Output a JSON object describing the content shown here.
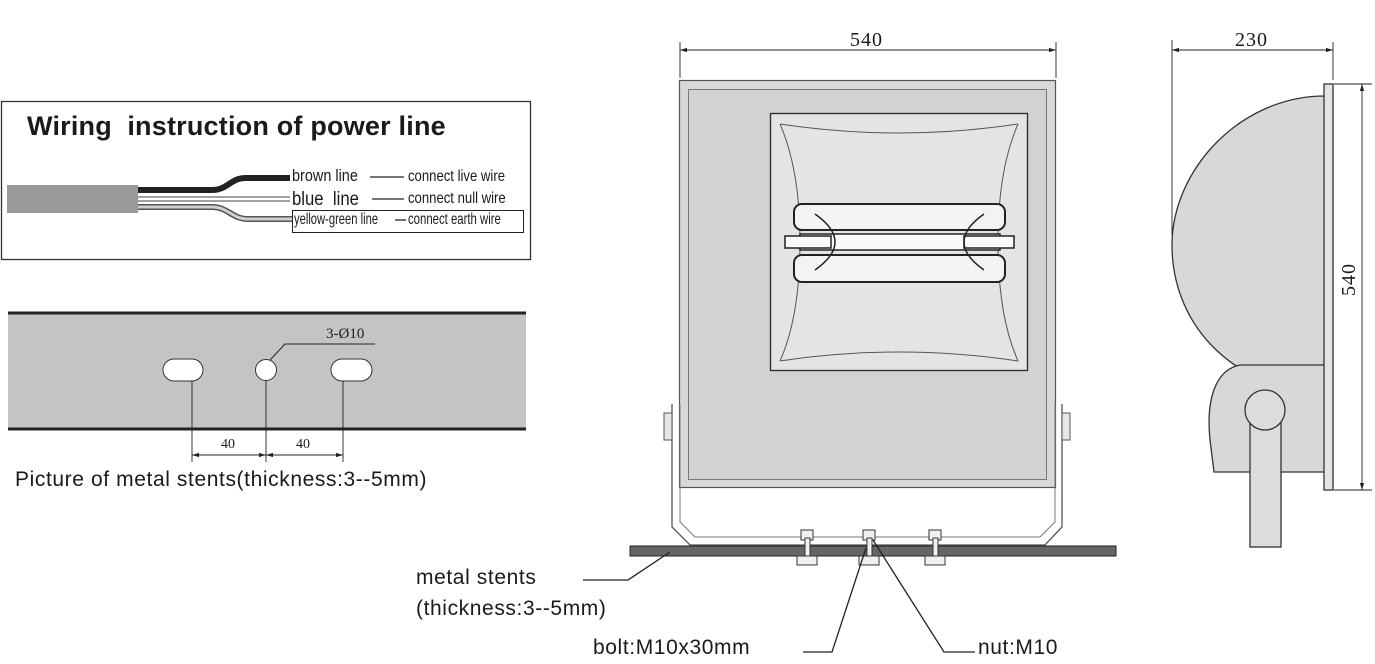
{
  "wiring": {
    "title": "Wiring  instruction of power line",
    "wires": [
      {
        "name": "brown line",
        "connection": "connect live wire"
      },
      {
        "name": "blue  line",
        "connection": "connect null wire"
      },
      {
        "name": "yellow-green line",
        "connection": "connect earth wire"
      }
    ]
  },
  "stent_picture": {
    "hole_label": "3-Ø10",
    "spacing": [
      "40",
      "40"
    ],
    "caption": "Picture of metal stents(thickness:3--5mm)"
  },
  "front_view": {
    "width_label": "540"
  },
  "side_view": {
    "depth_label": "230",
    "height_label": "540"
  },
  "callouts": {
    "metal_stents_line1": "metal stents",
    "metal_stents_line2": "(thickness:3--5mm)",
    "bolt": "bolt:M10x30mm",
    "nut": "nut:M10"
  }
}
